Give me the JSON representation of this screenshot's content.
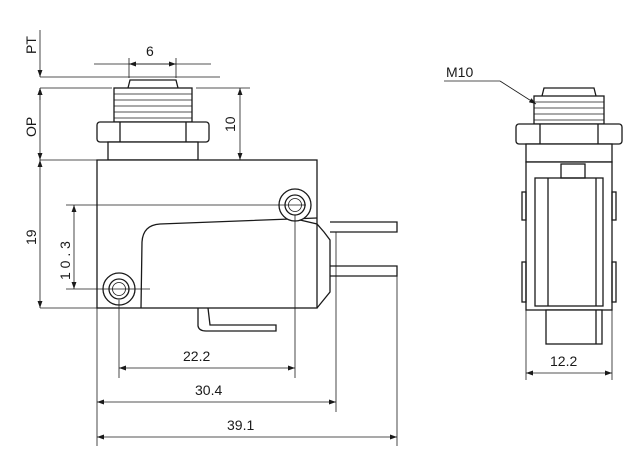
{
  "labels": {
    "pt": "PT",
    "op": "OP",
    "dim_6": "6",
    "dim_10": "10",
    "dim_19": "19",
    "dim_10_3": "1 0 . 3",
    "dim_22_2": "22.2",
    "dim_30_4": "30.4",
    "dim_39_1": "39.1",
    "thread": "M10",
    "dim_12_2": "12.2"
  },
  "colors": {
    "line": "#1a1a1a",
    "background": "#ffffff"
  }
}
